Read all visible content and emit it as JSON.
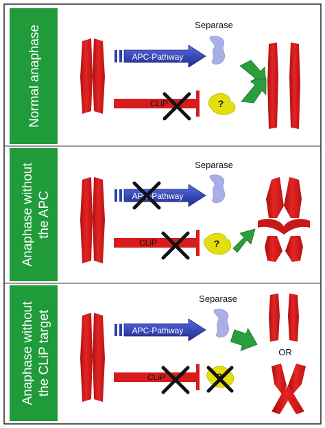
{
  "panels": [
    {
      "side_label_lines": [
        "Normal anaphase"
      ],
      "separase_label": "Separase",
      "apc_label": "APC-Pathway",
      "clip_label": "CLiP",
      "question_mark": "?"
    },
    {
      "side_label_lines": [
        "Anaphase without",
        "the APC"
      ],
      "separase_label": "Separase",
      "apc_label": "APC-Pathway",
      "clip_label": "CLiP",
      "question_mark": "?"
    },
    {
      "side_label_lines": [
        "Anaphase without",
        "the CLiP target"
      ],
      "separase_label": "Separase",
      "apc_label": "APC-Pathway",
      "clip_label": "CLiP",
      "question_mark": "?",
      "or_label": "OR"
    }
  ],
  "colors": {
    "sidebar_green": "#1f9b3a",
    "chromosome_red": "#d81c1c",
    "apc_blue": "#2b3fae",
    "separase_lavender": "#a8aee6",
    "target_yellow": "#e2df10",
    "result_green": "#2a9d3c",
    "cross_black": "#111111"
  }
}
